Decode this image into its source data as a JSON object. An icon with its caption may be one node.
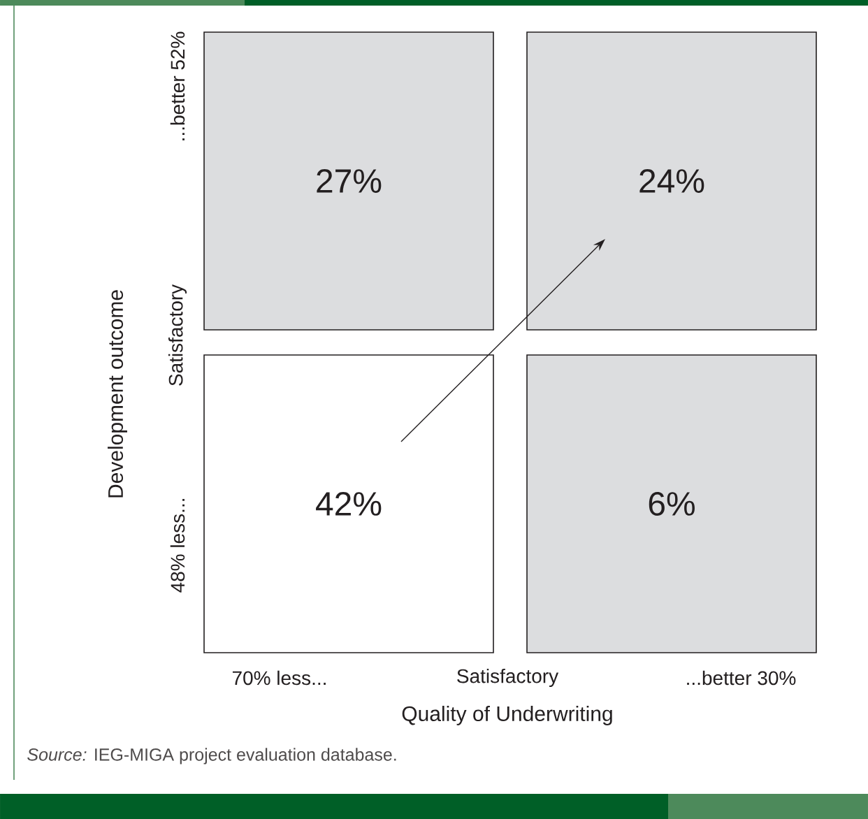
{
  "diagram": {
    "nodes": [
      {
        "text": [
          "27%"
        ]
      },
      {
        "text": [
          "24%"
        ]
      },
      {
        "text": [
          "42%"
        ]
      },
      {
        "text": [
          "6%"
        ]
      }
    ],
    "edges": [
      {
        "from": 2,
        "to": 1,
        "arrow": "to"
      }
    ],
    "labels": [
      "...better 52%",
      "Satisfactory",
      "48% less...",
      "Development outcome",
      "70% less...",
      "Satisfactory",
      "...better 30%",
      "Quality of Underwriting"
    ],
    "caption": "*Source:* IEG-MIGA project evaluation database."
  }
}
